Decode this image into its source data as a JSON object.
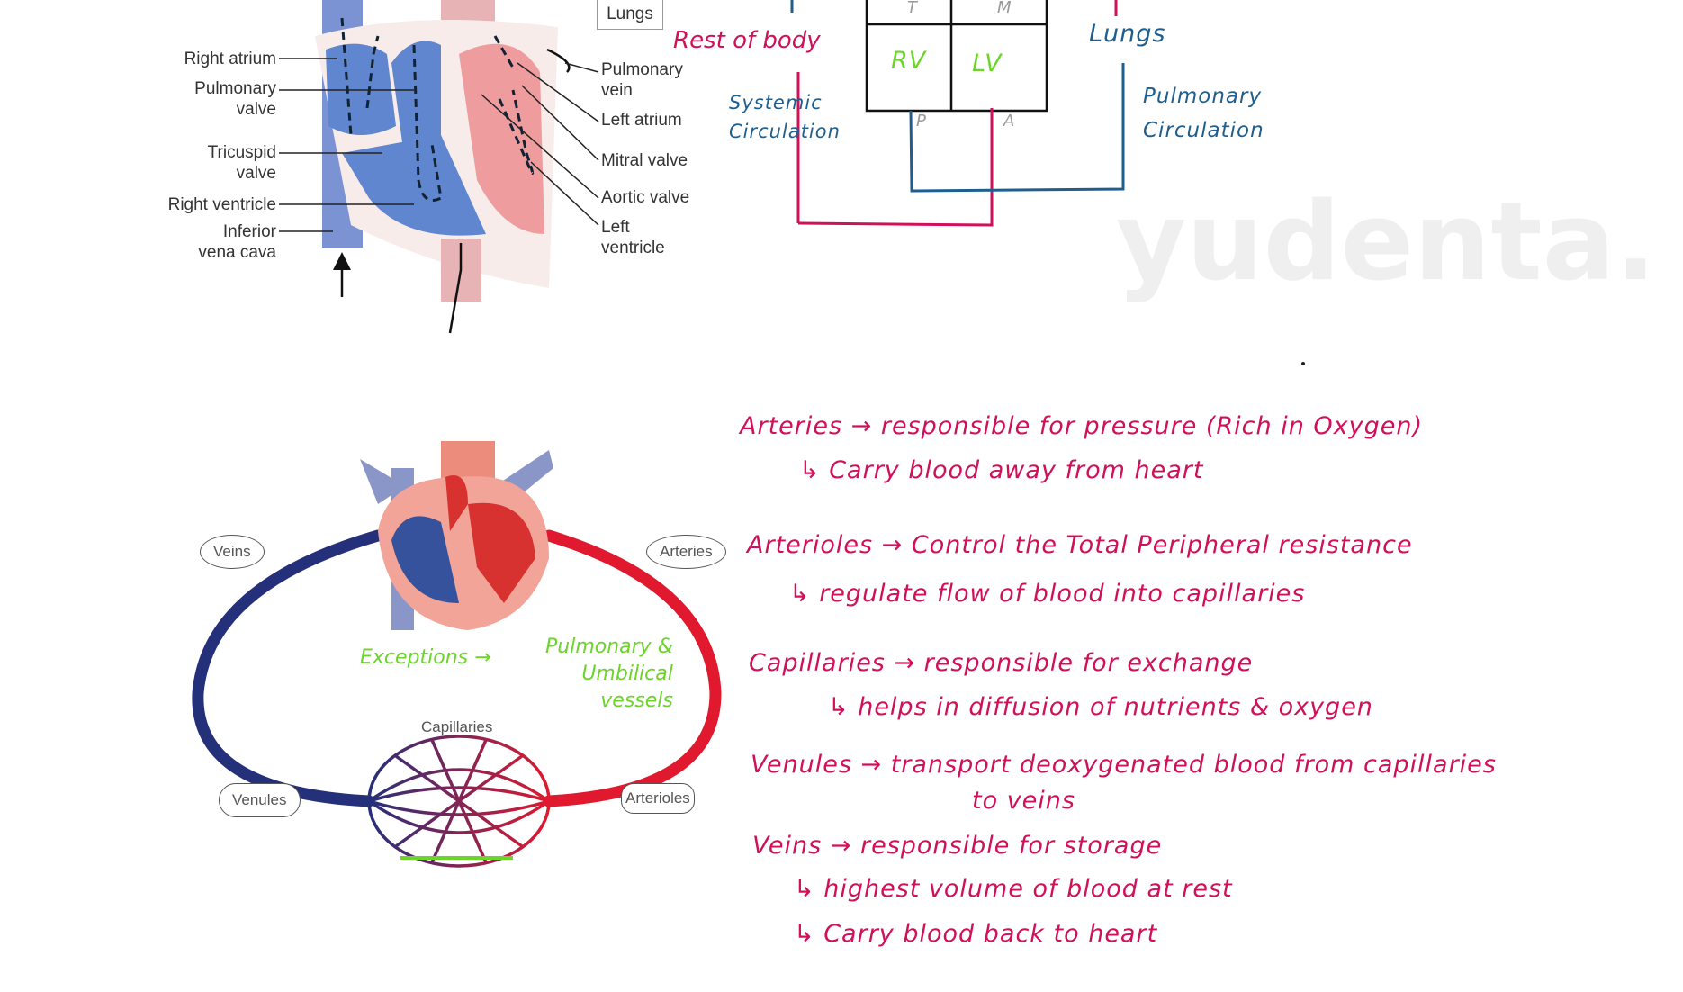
{
  "heart_diagram": {
    "lungs_box": "Lungs",
    "left_labels": [
      "Right atrium",
      "Pulmonary\nvalve",
      "Tricuspid\nvalve",
      "Right ventricle",
      "Inferior\nvena cava"
    ],
    "right_labels": [
      "Pulmonary\nvein",
      "Left atrium",
      "Mitral valve",
      "Aortic valve",
      "Left\nventricle"
    ]
  },
  "circulation_sketch": {
    "rest_of_body": "Rest of body",
    "lungs": "Lungs",
    "rv": "RV",
    "lv": "LV",
    "valve_t": "T",
    "valve_m": "M",
    "valve_p": "P",
    "valve_a": "A",
    "systemic": "Systemic\nCirculation",
    "pulmonary": "Pulmonary\nCirculation"
  },
  "vessel_loop": {
    "veins": "Veins",
    "arteries": "Arteries",
    "venules": "Venules",
    "arterioles": "Arterioles",
    "capillaries": "Capillaries",
    "exceptions": "Exceptions →",
    "exceptions_detail": "Pulmonary &\nUmbilical\nvessels"
  },
  "watermark": "yudenta.",
  "notes": [
    {
      "text": "Arteries → responsible for pressure (Rich in Oxygen)",
      "indent": 0
    },
    {
      "text": "↳ Carry blood away from heart",
      "indent": 1
    },
    {
      "text": "Arterioles → Control the Total Peripheral resistance",
      "indent": 0
    },
    {
      "text": "↳ regulate flow of blood into capillaries",
      "indent": 1
    },
    {
      "text": "Capillaries → responsible for exchange",
      "indent": 0
    },
    {
      "text": "↳ helps in diffusion of nutrients & oxygen",
      "indent": 2
    },
    {
      "text": "Venules → transport deoxygenated blood from capillaries",
      "indent": 0
    },
    {
      "text": "to veins",
      "indent": 3
    },
    {
      "text": "Veins → responsible for storage",
      "indent": 0
    },
    {
      "text": "↳ highest volume of blood at rest",
      "indent": 1
    },
    {
      "text": "↳ Carry blood back to heart",
      "indent": 1
    }
  ],
  "colors": {
    "ink_red": "#d1105a",
    "ink_blue": "#1f5f8f",
    "ink_green": "#6cd52a",
    "artery": "#e0192f",
    "vein": "#25307a"
  }
}
